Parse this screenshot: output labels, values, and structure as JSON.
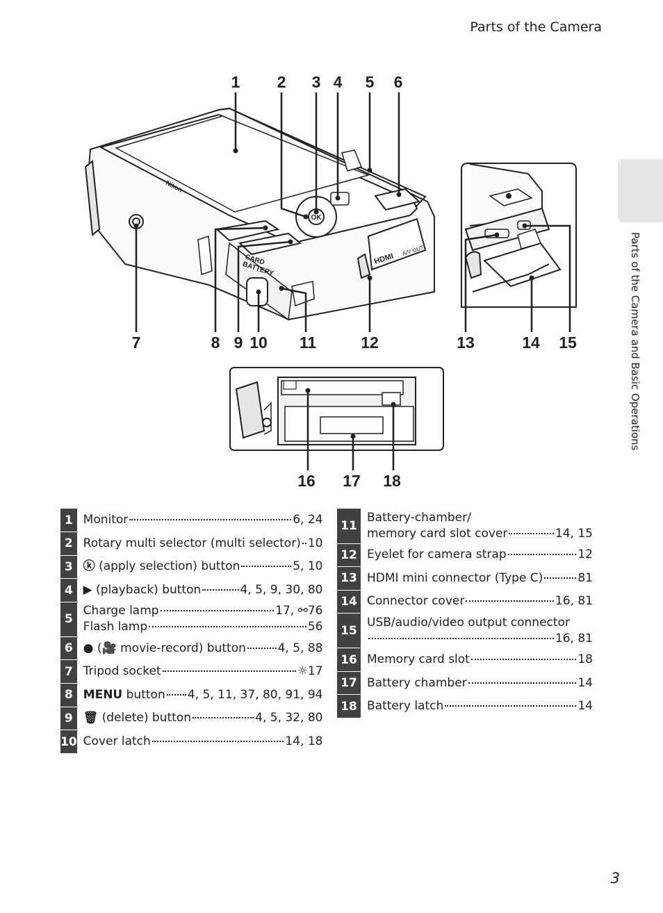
{
  "header": {
    "title": "Parts of the Camera"
  },
  "side_tab": {
    "label": "Parts of the Camera and Basic Operations"
  },
  "page_number": "3",
  "camera_logo": "Nikon",
  "figure_texts": {
    "card_battery": "CARD\nBATTERY",
    "hdmi": "HDMI",
    "av_out": "A/V OUT",
    "ok": "OK"
  },
  "callouts": {
    "top": [
      "1",
      "2",
      "3",
      "4",
      "5",
      "6"
    ],
    "bottom": [
      "7",
      "8",
      "9",
      "10",
      "11",
      "12",
      "13",
      "14",
      "15"
    ],
    "chamber": [
      "16",
      "17",
      "18"
    ]
  },
  "left_table": [
    {
      "num": "1",
      "lines": [
        {
          "text": "Monitor",
          "pages": "6, 24"
        }
      ]
    },
    {
      "num": "2",
      "lines": [
        {
          "text": "Rotary multi selector (multi selector)",
          "pages": "10"
        }
      ]
    },
    {
      "num": "3",
      "lines": [
        {
          "symbol": "ⓚ",
          "text": "(apply selection) button",
          "pages": "5, 10"
        }
      ]
    },
    {
      "num": "4",
      "lines": [
        {
          "symbol": "▶",
          "text": "(playback) button",
          "pages": "4, 5, 9, 30, 80"
        }
      ]
    },
    {
      "num": "5",
      "lines": [
        {
          "text": "Charge lamp",
          "pages": "17, ⚯76"
        },
        {
          "text": "Flash lamp",
          "pages": "56"
        }
      ]
    },
    {
      "num": "6",
      "lines": [
        {
          "symbol": "●",
          "text": "(🎥 movie-record) button",
          "pages": "4, 5, 88"
        }
      ]
    },
    {
      "num": "7",
      "lines": [
        {
          "text": "Tripod socket",
          "pages": "☼17"
        }
      ]
    },
    {
      "num": "8",
      "lines": [
        {
          "symbol": "MENU",
          "text": "button",
          "pages": "4, 5, 11, 37, 80, 91, 94"
        }
      ]
    },
    {
      "num": "9",
      "lines": [
        {
          "symbol": "🗑",
          "text": "(delete) button",
          "pages": "4, 5, 32, 80"
        }
      ]
    },
    {
      "num": "10",
      "lines": [
        {
          "text": "Cover latch",
          "pages": "14, 18"
        }
      ]
    }
  ],
  "right_table": [
    {
      "num": "11",
      "lines": [
        {
          "text": "Battery-chamber/",
          "pages": ""
        },
        {
          "text": "memory card slot cover",
          "pages": "14, 15"
        }
      ]
    },
    {
      "num": "12",
      "lines": [
        {
          "text": "Eyelet for camera strap",
          "pages": "12"
        }
      ]
    },
    {
      "num": "13",
      "lines": [
        {
          "text": "HDMI mini connector (Type C)",
          "pages": "81"
        }
      ]
    },
    {
      "num": "14",
      "lines": [
        {
          "text": "Connector cover",
          "pages": "16, 81"
        }
      ]
    },
    {
      "num": "15",
      "lines": [
        {
          "text": "USB/audio/video output connector",
          "pages": ""
        },
        {
          "text": "",
          "pages": "16, 81"
        }
      ]
    },
    {
      "num": "16",
      "lines": [
        {
          "text": "Memory card slot",
          "pages": "18"
        }
      ]
    },
    {
      "num": "17",
      "lines": [
        {
          "text": "Battery chamber",
          "pages": "14"
        }
      ]
    },
    {
      "num": "18",
      "lines": [
        {
          "text": "Battery latch",
          "pages": "14"
        }
      ]
    }
  ]
}
